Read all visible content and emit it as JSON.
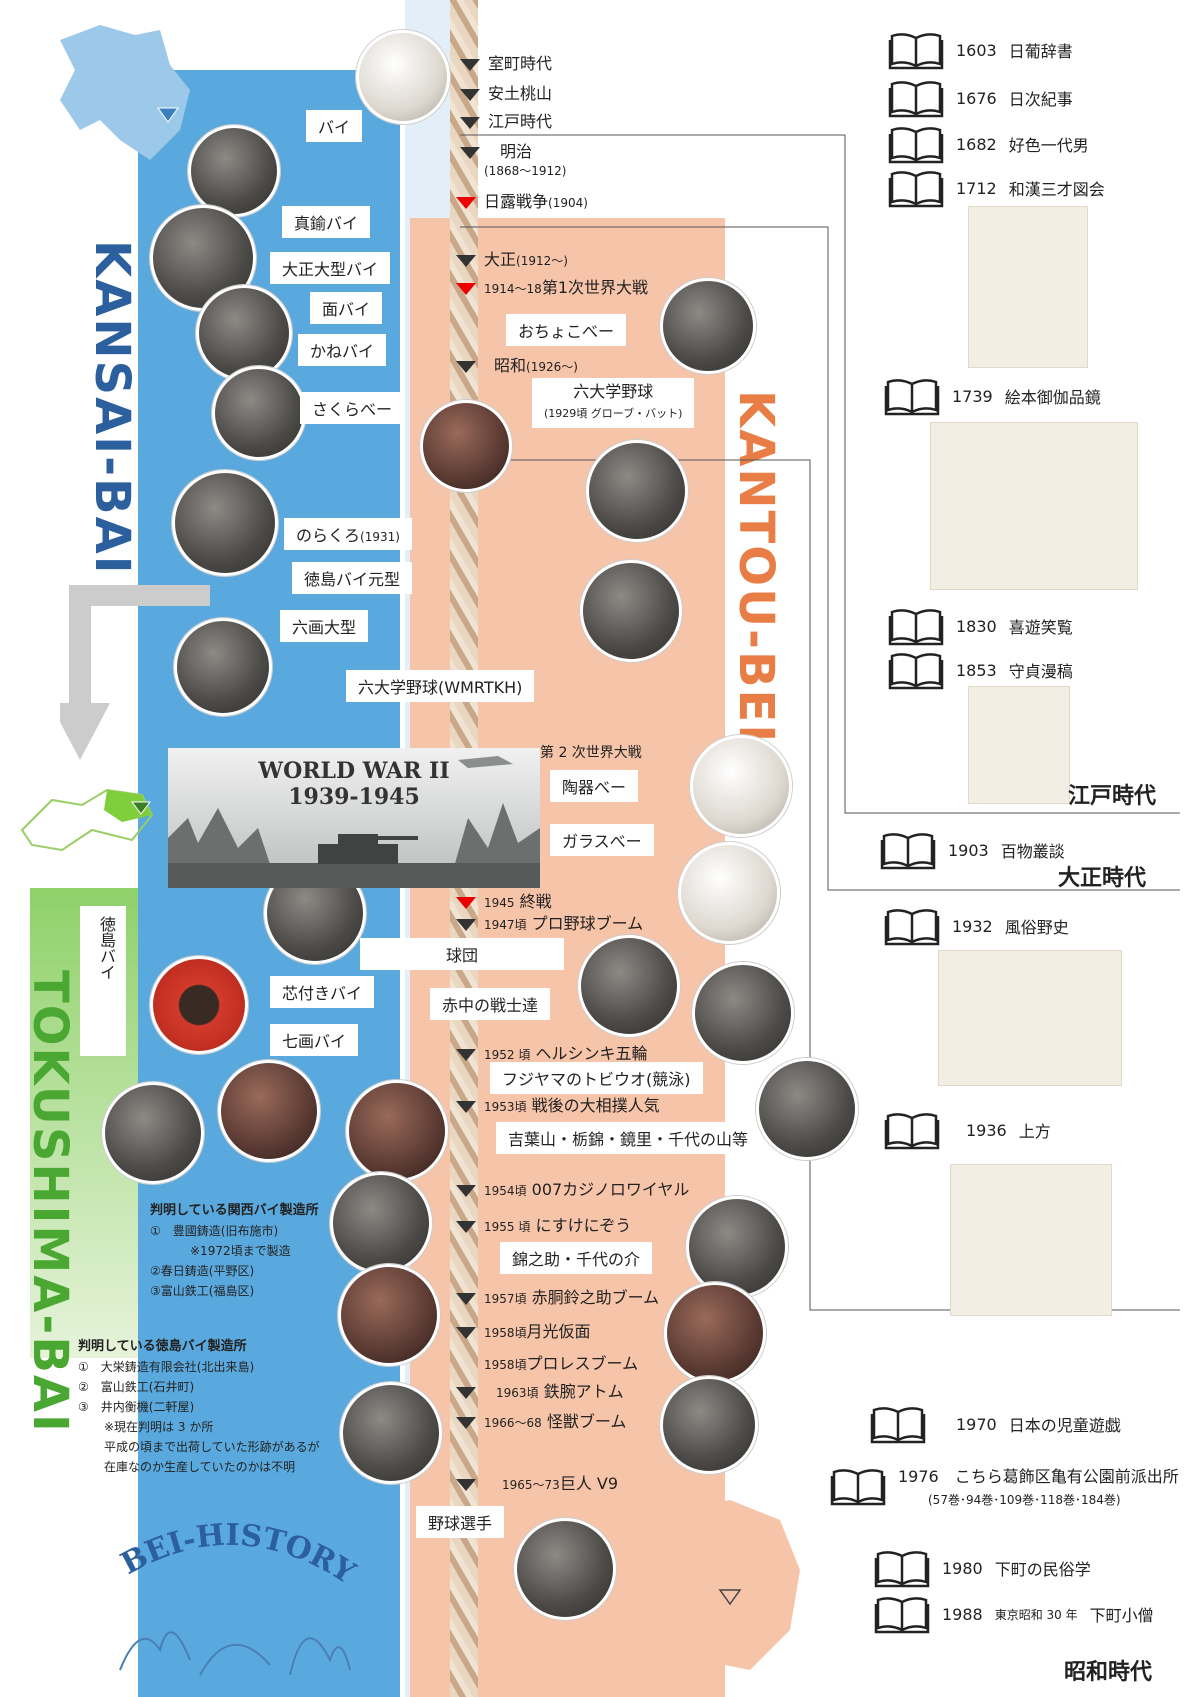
{
  "titles": {
    "kansai": "KANSAI-BAI",
    "kantou": "KANTOU-BEI",
    "tokushima": "TOKUSHIMA-BAI",
    "bei_history": "BEI-HISTORY"
  },
  "timeline": {
    "muromachi": "室町時代",
    "azuchi": "安土桃山",
    "edo": "江戸時代",
    "meiji": "明治",
    "meiji_years": "(1868～1912)",
    "nichiro": "日露戦争",
    "nichiro_year": "(1904)",
    "taisho": "大正",
    "taisho_year": "(1912～)",
    "ww1_years": "1914～18",
    "ww1": "第1次世界大戦",
    "showa": "昭和",
    "showa_year": "(1926～)",
    "end_war_year": "1945",
    "end_war": "終戦",
    "pro_year": "1947頃",
    "pro": "プロ野球ブーム",
    "helsinki_year": "1952 頃",
    "helsinki": "ヘルシンキ五輪",
    "fujiyama": "フジヤマのトビウオ(競泳)",
    "sumo_year": "1953頃",
    "sumo": "戦後の大相撲人気",
    "wrestlers": "吉葉山・栃錦・鏡里・千代の山等",
    "bond_year": "1954頃",
    "bond": "007カジノロワイヤル",
    "nisuke_year": "1955 頃",
    "nisuke": "にすけにぞう",
    "nishiki": "錦之助・千代の介",
    "akado_year": "1957頃",
    "akado": "赤胴鈴之助ブーム",
    "gekko_year": "1958頃",
    "gekko": "月光仮面",
    "prowres_year": "1958頃",
    "prowres": "プロレスブーム",
    "atom_year": "1963頃",
    "atom": "鉄腕アトム",
    "kaiju_year": "1966～68",
    "kaiju": "怪獣ブーム",
    "v9_year": "1965～73",
    "v9": "巨人 V9",
    "ww2_label": "第 2 次世界大戦"
  },
  "labels": {
    "bai": "バイ",
    "shinchu": "真鍮バイ",
    "taisho_big": "大正大型バイ",
    "men": "面バイ",
    "kane": "かねバイ",
    "sakura": "さくらべー",
    "norakuro": "のらくろ",
    "norakuro_year": "(1931)",
    "tokushima_original": "徳島バイ元型",
    "rokkaku": "六画大型",
    "ochoko": "おちょこべー",
    "roku_daigaku": "六大学野球",
    "roku_daigaku_sub": "(1929頃 グローブ・バット)",
    "roku_wmrtkh": "六大学野球(WMRTKH)",
    "touki": "陶器べー",
    "garasu": "ガラスべー",
    "kyudan": "球団",
    "akanaka": "赤中の戦士達",
    "shintsuki": "芯付きバイ",
    "nanakaku": "七画バイ",
    "tokushima_bai": "徳島バイ",
    "yakyu": "野球選手"
  },
  "ww2": {
    "title": "WORLD WAR II",
    "years": "1939-1945"
  },
  "books": [
    {
      "year": "1603",
      "title": "日葡辞書"
    },
    {
      "year": "1676",
      "title": "日次紀事"
    },
    {
      "year": "1682",
      "title": "好色一代男"
    },
    {
      "year": "1712",
      "title": "和漢三才図会"
    },
    {
      "year": "1739",
      "title": "絵本御伽品鏡"
    },
    {
      "year": "1830",
      "title": "喜遊笑覧"
    },
    {
      "year": "1853",
      "title": "守貞漫稿"
    },
    {
      "year": "1903",
      "title": "百物叢談"
    },
    {
      "year": "1932",
      "title": "風俗野史"
    },
    {
      "year": "1936",
      "title": "上方"
    },
    {
      "year": "1970",
      "title": "日本の児童遊戯"
    },
    {
      "year": "1976",
      "title": "こちら葛飾区亀有公園前派出所",
      "sub": "(57巻･94巻･109巻･118巻･184巻)"
    },
    {
      "year": "1980",
      "title": "下町の民俗学"
    },
    {
      "year": "1988",
      "title": "下町小僧",
      "pre": "東京昭和 30 年"
    }
  ],
  "eras": {
    "edo": "江戸時代",
    "taisho": "大正時代",
    "showa": "昭和時代"
  },
  "notes": {
    "kansai_head": "判明している関西バイ製造所",
    "kansai_1": "①　豊國鋳造(旧布施市)",
    "kansai_1b": "※1972頃まで製造",
    "kansai_2": "②春日鋳造(平野区)",
    "kansai_3": "③富山鉄工(福島区)",
    "toku_head": "判明している徳島バイ製造所",
    "toku_1": "①　大栄鋳造有限会社(北出来島)",
    "toku_2": "②　富山鉄工(石井町)",
    "toku_3": "③　井内衡機(二軒屋)",
    "toku_n1": "※現在判明は 3 か所",
    "toku_n2": "平成の頃まで出荷していた形跡があるが",
    "toku_n3": "在庫なのか生産していたのかは不明"
  }
}
